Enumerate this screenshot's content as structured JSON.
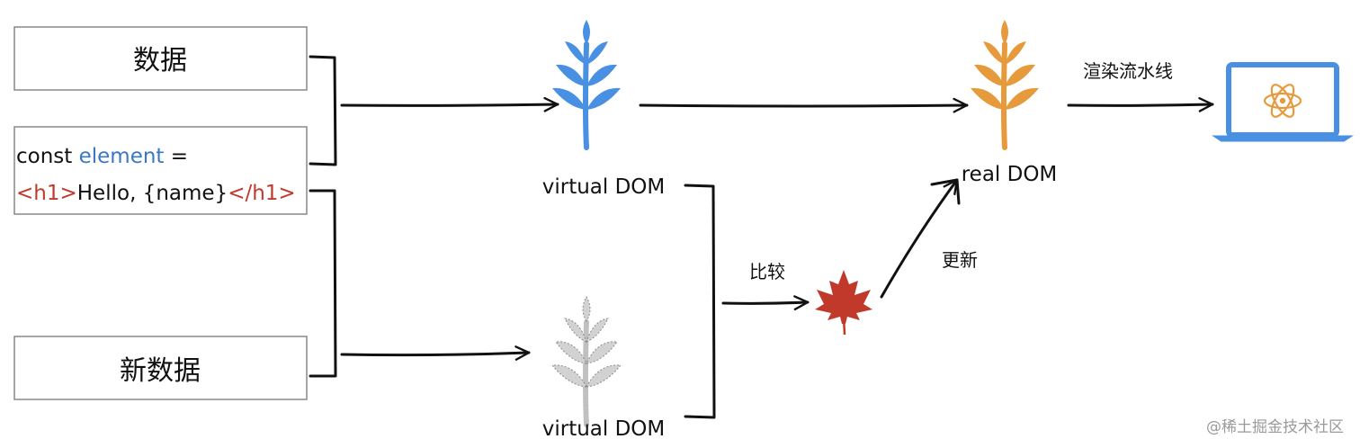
{
  "boxes": {
    "data": "数据",
    "new_data": "新数据",
    "code": {
      "const": "const ",
      "element": "element",
      "eq": " =",
      "open_tag": "<h1>",
      "content": "Hello, {name}",
      "close_tag": "</h1>"
    }
  },
  "labels": {
    "virtual_dom_top": "virtual DOM",
    "virtual_dom_bottom": "virtual DOM",
    "real_dom": "real DOM",
    "compare": "比较",
    "update": "更新",
    "render_pipeline": "渲染流水线"
  },
  "watermark": "@稀土掘金技术社区",
  "colors": {
    "vdom_tree": "#4a90e2",
    "real_dom_tree": "#e69a3c",
    "new_vdom_tree": "#c8c8c8",
    "patch_leaf": "#c0392b",
    "code_keyword": "#3b78c4",
    "code_tag": "#c0392b",
    "screen": "#4a90e2"
  },
  "icons": {
    "vdom": "tree-icon",
    "real_dom": "tree-icon",
    "new_vdom": "tree-icon",
    "patch": "maple-leaf-icon",
    "browser": "laptop-atom-icon"
  }
}
